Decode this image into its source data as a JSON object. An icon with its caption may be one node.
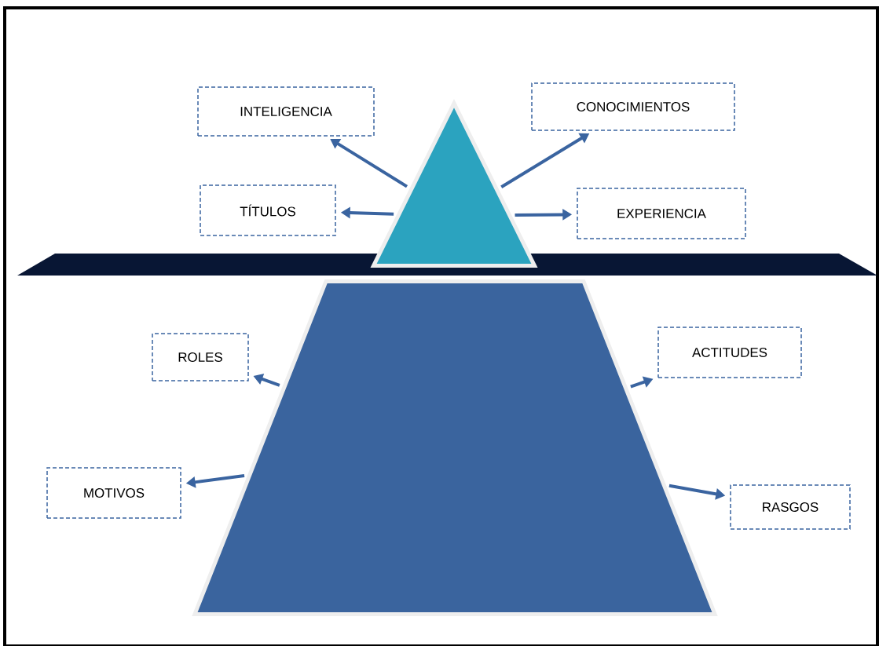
{
  "diagram": {
    "nodes": [
      {
        "text": [],
        "shape": "triangle"
      },
      {
        "text": [],
        "shape": "trapezoid"
      },
      {
        "text": [
          "INTELIGENCIA"
        ]
      },
      {
        "text": [
          "CONOCIMIENTOS"
        ]
      },
      {
        "text": [
          "TÍTULOS"
        ]
      },
      {
        "text": [
          "EXPERIENCIA"
        ]
      },
      {
        "text": [
          "ROLES"
        ]
      },
      {
        "text": [
          "ACTITUDES"
        ]
      },
      {
        "text": [
          "MOTIVOS"
        ]
      },
      {
        "text": [
          "RASGOS"
        ]
      }
    ],
    "edges": [
      {
        "from": 0,
        "to": 2,
        "arrow": "to"
      },
      {
        "from": 0,
        "to": 3,
        "arrow": "to"
      },
      {
        "from": 0,
        "to": 4,
        "arrow": "to"
      },
      {
        "from": 0,
        "to": 5,
        "arrow": "to"
      },
      {
        "from": 1,
        "to": 6,
        "arrow": "to"
      },
      {
        "from": 1,
        "to": 7,
        "arrow": "to"
      },
      {
        "from": 1,
        "to": 8,
        "arrow": "to"
      },
      {
        "from": 1,
        "to": 9,
        "arrow": "to"
      }
    ]
  }
}
